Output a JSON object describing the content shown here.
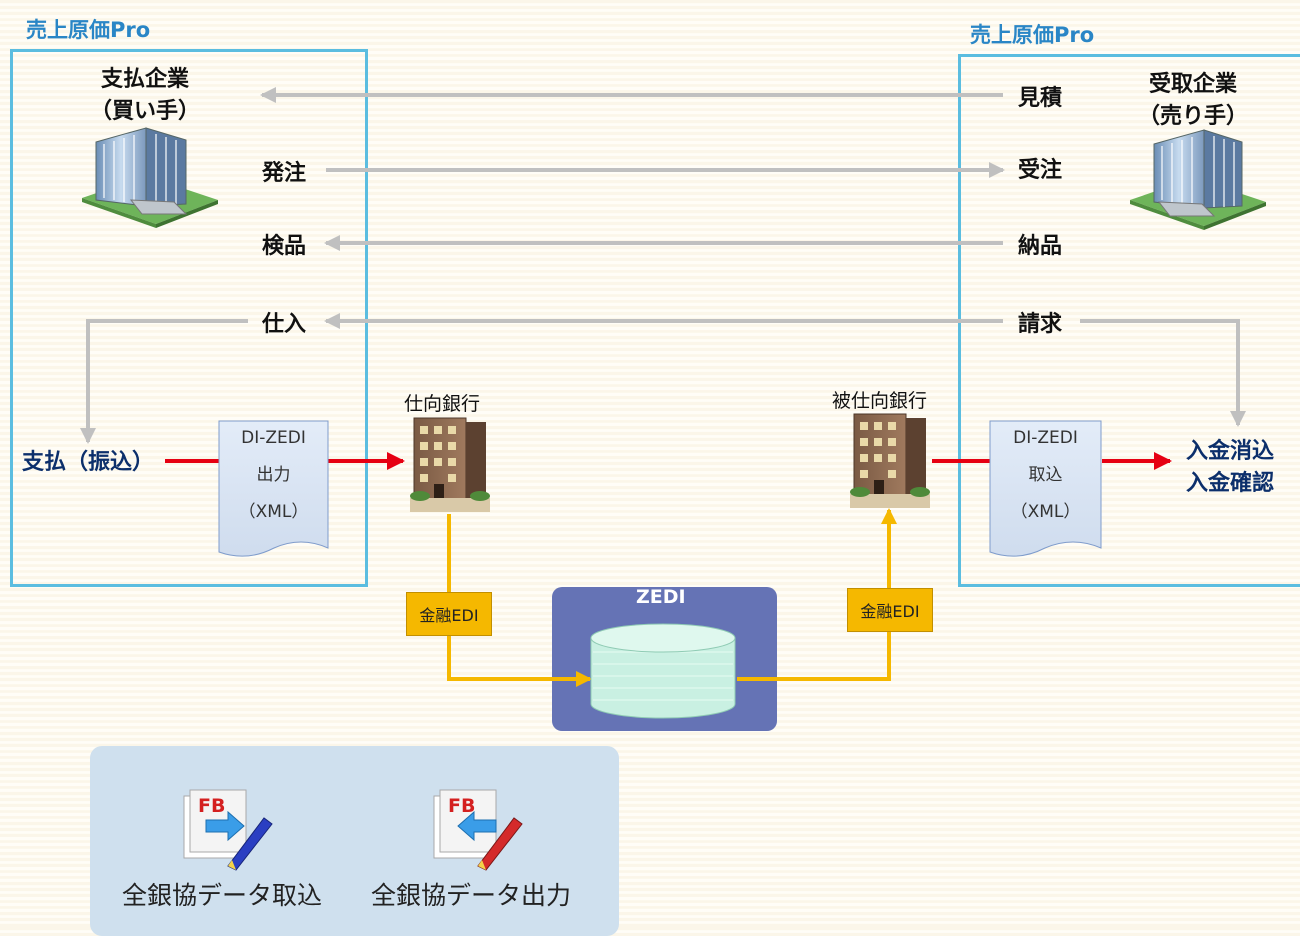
{
  "apps": {
    "left_title": "売上原価Pro",
    "right_title": "売上原価Pro"
  },
  "buyer": {
    "line1": "支払企業",
    "line2": "（買い手）"
  },
  "seller": {
    "line1": "受取企業",
    "line2": "（売り手）"
  },
  "flows": {
    "estimate": "見積",
    "order": "発注",
    "order_received": "受注",
    "inspection": "検品",
    "delivery": "納品",
    "purchase": "仕入",
    "invoice": "請求"
  },
  "payment": {
    "label": "支払（振込）"
  },
  "output_doc": {
    "line1": "DI-ZEDI",
    "line2": "出力",
    "line3": "（XML）"
  },
  "input_doc": {
    "line1": "DI-ZEDI",
    "line2": "取込",
    "line3": "（XML）"
  },
  "banks": {
    "sender": "仕向銀行",
    "receiver": "被仕向銀行"
  },
  "edi": {
    "left": "金融EDI",
    "right": "金融EDI"
  },
  "zedi": {
    "title": "ZEDI"
  },
  "receipt": {
    "line1": "入金消込",
    "line2": "入金確認"
  },
  "fb": {
    "import_label": "全銀協データ取込",
    "export_label": "全銀協データ出力",
    "icon_text": "FB"
  },
  "colors": {
    "frame": "#5bbde0",
    "arrow_gray": "#c0c0c0",
    "arrow_red": "#e60012",
    "arrow_gold": "#f5b800",
    "zedi_bg": "#6573b5",
    "db_fill": "#c9f0e2"
  }
}
